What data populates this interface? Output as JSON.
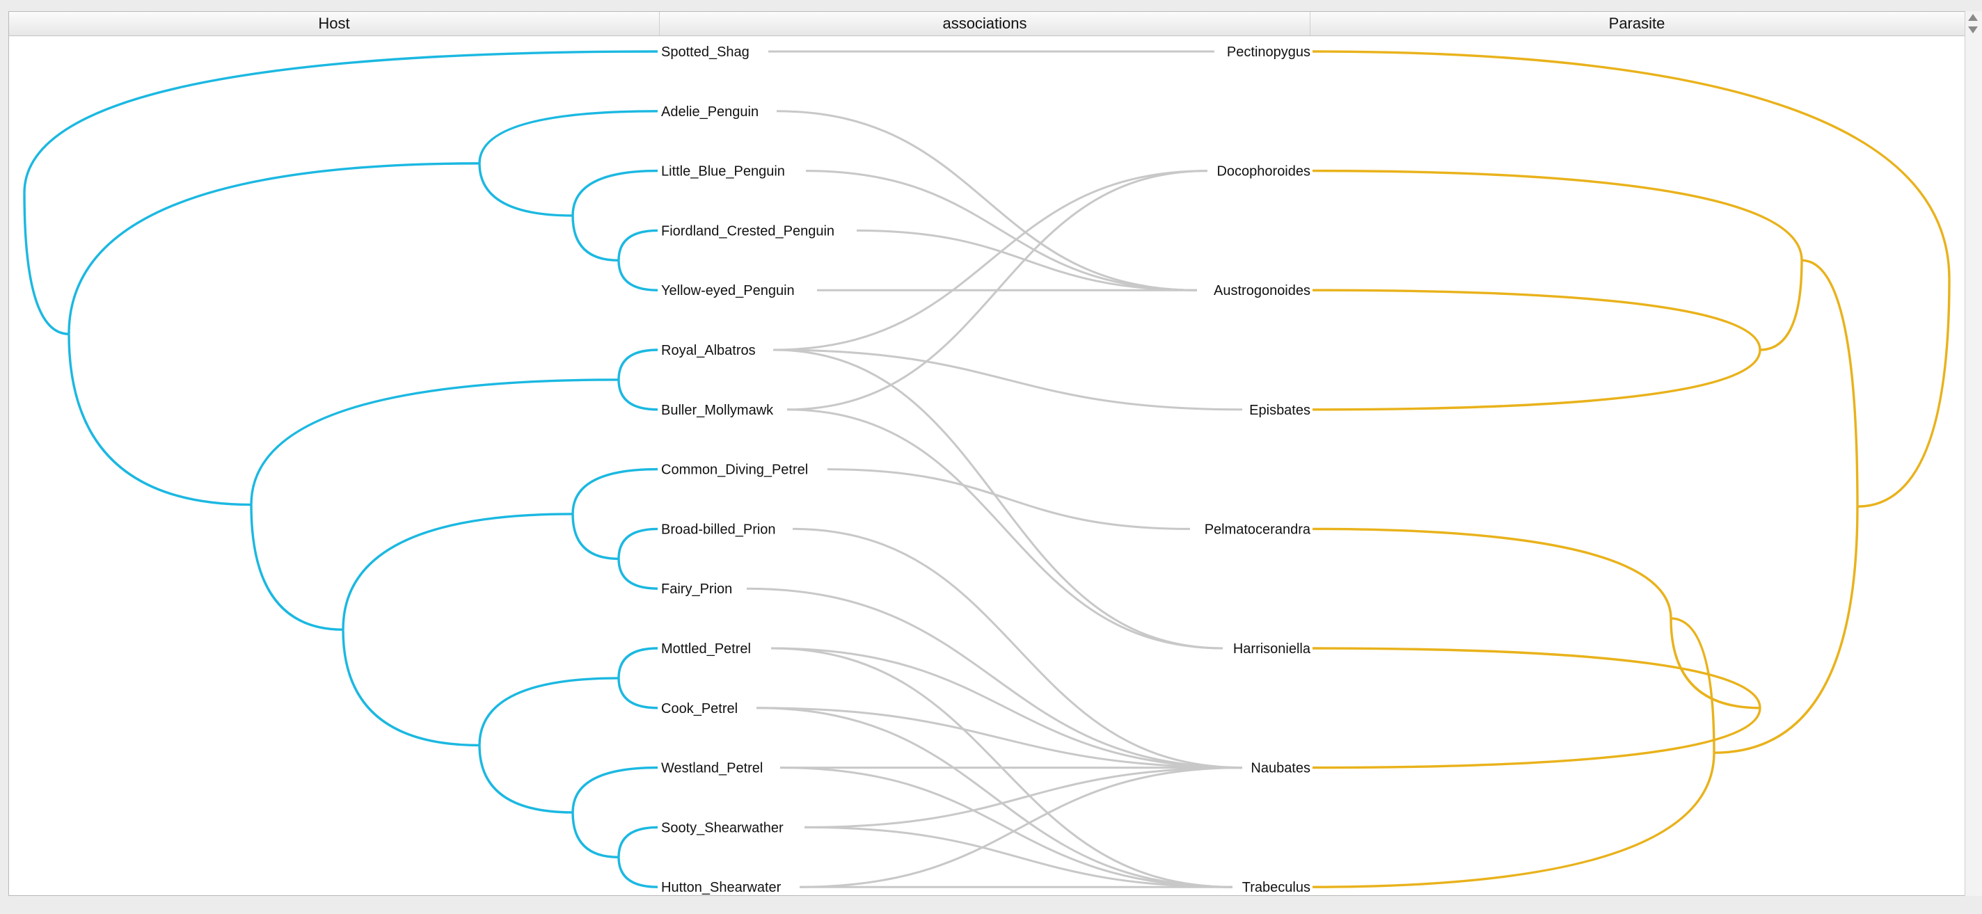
{
  "columns": {
    "host": "Host",
    "associations": "associations",
    "parasite": "Parasite"
  },
  "colors": {
    "host_tree": "#1bb8e1",
    "parasite_tree": "#e9b21b",
    "association": "#c8c8c8"
  },
  "hosts": [
    "Spotted_Shag",
    "Adelie_Penguin",
    "Little_Blue_Penguin",
    "Fiordland_Crested_Penguin",
    "Yellow-eyed_Penguin",
    "Royal_Albatros",
    "Buller_Mollymawk",
    "Common_Diving_Petrel",
    "Broad-billed_Prion",
    "Fairy_Prion",
    "Mottled_Petrel",
    "Cook_Petrel",
    "Westland_Petrel",
    "Sooty_Shearwather",
    "Hutton_Shearwater"
  ],
  "parasites": [
    "Pectinopygus",
    "Docophoroides",
    "Austrogonoides",
    "Episbates",
    "Pelmatocerandra",
    "Harrisoniella",
    "Naubates",
    "Trabeculus"
  ],
  "associations": [
    [
      "Spotted_Shag",
      "Pectinopygus"
    ],
    [
      "Adelie_Penguin",
      "Austrogonoides"
    ],
    [
      "Little_Blue_Penguin",
      "Austrogonoides"
    ],
    [
      "Fiordland_Crested_Penguin",
      "Austrogonoides"
    ],
    [
      "Yellow-eyed_Penguin",
      "Austrogonoides"
    ],
    [
      "Royal_Albatros",
      "Docophoroides"
    ],
    [
      "Royal_Albatros",
      "Episbates"
    ],
    [
      "Royal_Albatros",
      "Harrisoniella"
    ],
    [
      "Buller_Mollymawk",
      "Docophoroides"
    ],
    [
      "Buller_Mollymawk",
      "Harrisoniella"
    ],
    [
      "Common_Diving_Petrel",
      "Pelmatocerandra"
    ],
    [
      "Broad-billed_Prion",
      "Naubates"
    ],
    [
      "Fairy_Prion",
      "Naubates"
    ],
    [
      "Mottled_Petrel",
      "Naubates"
    ],
    [
      "Mottled_Petrel",
      "Trabeculus"
    ],
    [
      "Cook_Petrel",
      "Naubates"
    ],
    [
      "Cook_Petrel",
      "Trabeculus"
    ],
    [
      "Westland_Petrel",
      "Naubates"
    ],
    [
      "Westland_Petrel",
      "Trabeculus"
    ],
    [
      "Sooty_Shearwather",
      "Naubates"
    ],
    [
      "Sooty_Shearwather",
      "Trabeculus"
    ],
    [
      "Hutton_Shearwater",
      "Naubates"
    ],
    [
      "Hutton_Shearwater",
      "Trabeculus"
    ]
  ]
}
